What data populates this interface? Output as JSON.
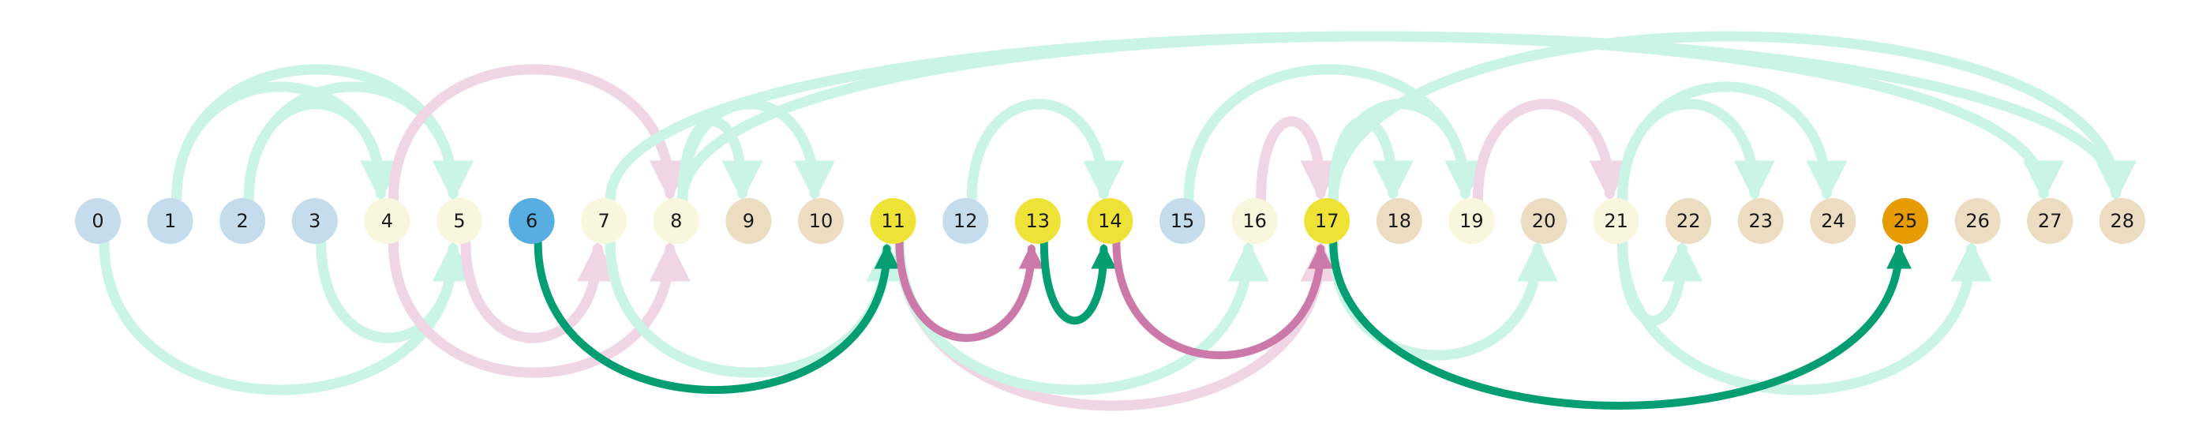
{
  "colors": {
    "blue_light": "#c4dceb",
    "blue_active": "#58aee3",
    "cream": "#f8f6dc",
    "tan": "#ebdcc2",
    "yellow": "#efe237",
    "orange": "#e69b00",
    "mint": "#c9f4e6",
    "pink_light": "#f0d6e4",
    "green": "#059e73",
    "pink": "#cc78a8"
  },
  "nodes": [
    {
      "id": 0,
      "label": "0",
      "color": "blue_light"
    },
    {
      "id": 1,
      "label": "1",
      "color": "blue_light"
    },
    {
      "id": 2,
      "label": "2",
      "color": "blue_light"
    },
    {
      "id": 3,
      "label": "3",
      "color": "blue_light"
    },
    {
      "id": 4,
      "label": "4",
      "color": "cream"
    },
    {
      "id": 5,
      "label": "5",
      "color": "cream"
    },
    {
      "id": 6,
      "label": "6",
      "color": "blue_active"
    },
    {
      "id": 7,
      "label": "7",
      "color": "cream"
    },
    {
      "id": 8,
      "label": "8",
      "color": "cream"
    },
    {
      "id": 9,
      "label": "9",
      "color": "tan"
    },
    {
      "id": 10,
      "label": "10",
      "color": "tan"
    },
    {
      "id": 11,
      "label": "11",
      "color": "yellow"
    },
    {
      "id": 12,
      "label": "12",
      "color": "blue_light"
    },
    {
      "id": 13,
      "label": "13",
      "color": "yellow"
    },
    {
      "id": 14,
      "label": "14",
      "color": "yellow"
    },
    {
      "id": 15,
      "label": "15",
      "color": "blue_light"
    },
    {
      "id": 16,
      "label": "16",
      "color": "cream"
    },
    {
      "id": 17,
      "label": "17",
      "color": "yellow"
    },
    {
      "id": 18,
      "label": "18",
      "color": "tan"
    },
    {
      "id": 19,
      "label": "19",
      "color": "cream"
    },
    {
      "id": 20,
      "label": "20",
      "color": "tan"
    },
    {
      "id": 21,
      "label": "21",
      "color": "cream"
    },
    {
      "id": 22,
      "label": "22",
      "color": "tan"
    },
    {
      "id": 23,
      "label": "23",
      "color": "tan"
    },
    {
      "id": 24,
      "label": "24",
      "color": "tan"
    },
    {
      "id": 25,
      "label": "25",
      "color": "orange"
    },
    {
      "id": 26,
      "label": "26",
      "color": "tan"
    },
    {
      "id": 27,
      "label": "27",
      "color": "tan"
    },
    {
      "id": 28,
      "label": "28",
      "color": "tan"
    }
  ],
  "edges": [
    {
      "from": 1,
      "to": 4,
      "side": "top",
      "style": "mint"
    },
    {
      "from": 1,
      "to": 5,
      "side": "top",
      "style": "mint"
    },
    {
      "from": 2,
      "to": 4,
      "side": "top",
      "style": "mint"
    },
    {
      "from": 2,
      "to": 5,
      "side": "top",
      "style": "mint"
    },
    {
      "from": 4,
      "to": 8,
      "side": "top",
      "style": "pink_light"
    },
    {
      "from": 8,
      "to": 9,
      "side": "top",
      "style": "mint"
    },
    {
      "from": 8,
      "to": 10,
      "side": "top",
      "style": "mint"
    },
    {
      "from": 8,
      "to": 27,
      "side": "top",
      "style": "mint"
    },
    {
      "from": 12,
      "to": 14,
      "side": "top",
      "style": "mint"
    },
    {
      "from": 7,
      "to": 28,
      "side": "top",
      "style": "mint"
    },
    {
      "from": 15,
      "to": 19,
      "side": "top",
      "style": "mint"
    },
    {
      "from": 16,
      "to": 17,
      "side": "top",
      "style": "pink_light"
    },
    {
      "from": 17,
      "to": 18,
      "side": "top",
      "style": "mint"
    },
    {
      "from": 17,
      "to": 19,
      "side": "top",
      "style": "mint"
    },
    {
      "from": 17,
      "to": 28,
      "side": "top",
      "style": "mint"
    },
    {
      "from": 19,
      "to": 21,
      "side": "top",
      "style": "pink_light"
    },
    {
      "from": 21,
      "to": 23,
      "side": "top",
      "style": "mint"
    },
    {
      "from": 21,
      "to": 24,
      "side": "top",
      "style": "mint"
    },
    {
      "from": 0,
      "to": 5,
      "side": "bottom",
      "style": "mint"
    },
    {
      "from": 3,
      "to": 5,
      "side": "bottom",
      "style": "mint"
    },
    {
      "from": 4,
      "to": 8,
      "side": "bottom",
      "style": "pink_light"
    },
    {
      "from": 5,
      "to": 7,
      "side": "bottom",
      "style": "pink_light"
    },
    {
      "from": 7,
      "to": 11,
      "side": "bottom",
      "style": "mint"
    },
    {
      "from": 6,
      "to": 11,
      "side": "bottom",
      "style": "green"
    },
    {
      "from": 11,
      "to": 13,
      "side": "bottom",
      "style": "pink"
    },
    {
      "from": 13,
      "to": 14,
      "side": "bottom",
      "style": "green"
    },
    {
      "from": 14,
      "to": 17,
      "side": "bottom",
      "style": "pink"
    },
    {
      "from": 11,
      "to": 17,
      "side": "bottom",
      "style": "pink_light"
    },
    {
      "from": 11,
      "to": 16,
      "side": "bottom",
      "style": "mint"
    },
    {
      "from": 17,
      "to": 20,
      "side": "bottom",
      "style": "mint"
    },
    {
      "from": 17,
      "to": 25,
      "side": "bottom",
      "style": "green"
    },
    {
      "from": 21,
      "to": 22,
      "side": "bottom",
      "style": "mint"
    },
    {
      "from": 21,
      "to": 26,
      "side": "bottom",
      "style": "mint"
    }
  ]
}
